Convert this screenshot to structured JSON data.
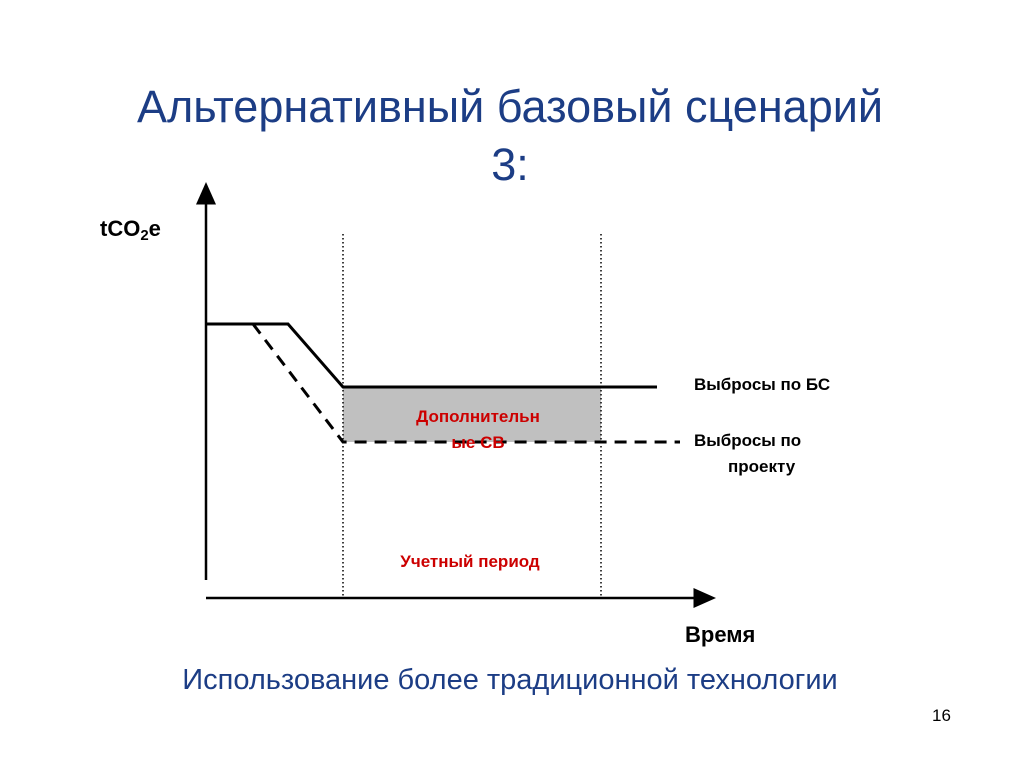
{
  "title": {
    "line1": "Альтернативный базовый сценарий",
    "line2": "3:"
  },
  "diagram": {
    "y_axis_label": "tCO",
    "y_axis_sub": "2",
    "y_axis_suffix": "e",
    "x_axis_label": "Время",
    "baseline_label": "Выбросы по БС",
    "project_label_line1": "Выбросы по",
    "project_label_line2": "проекту",
    "extra_area_label_line1": "Дополнительн",
    "extra_area_label_line2": "ые СВ",
    "period_label": "Учетный период",
    "colors": {
      "lines": "#000000",
      "shaded_area": "#c0c0c0",
      "annotation_text": "#cc0000"
    }
  },
  "subtitle": "Использование более традиционной технологии",
  "page_number": "16"
}
